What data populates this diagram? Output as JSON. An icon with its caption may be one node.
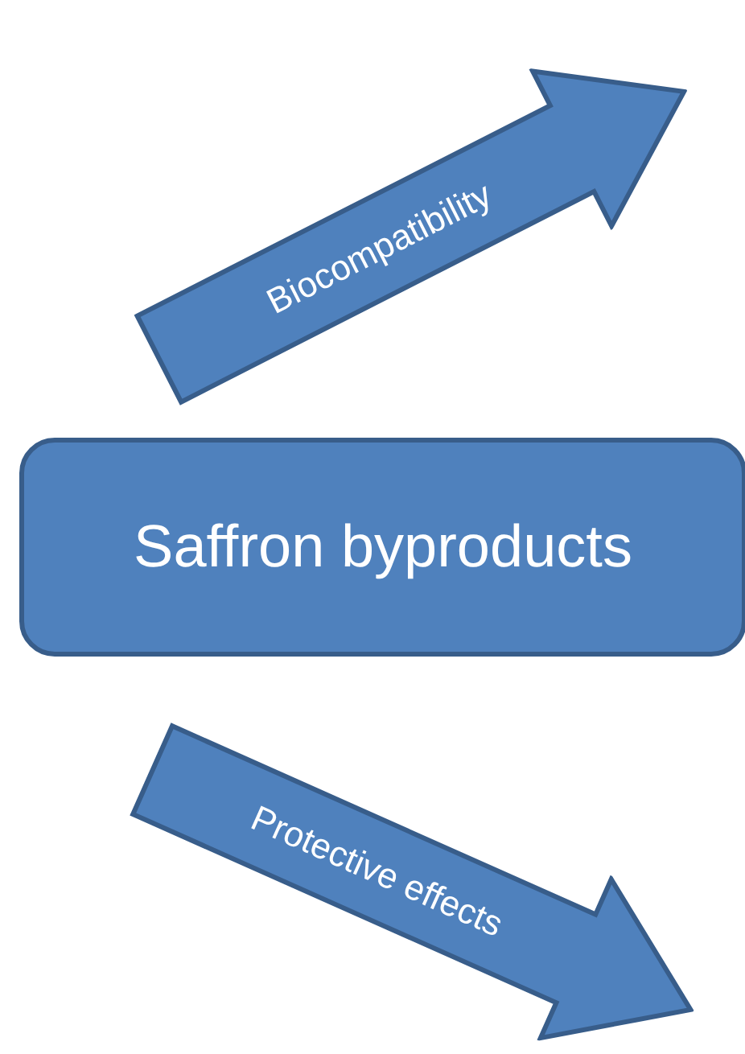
{
  "diagram": {
    "nodes": [
      {
        "text": [
          "Biocompatibility"
        ]
      },
      {
        "text": [
          "Saffron byproducts"
        ]
      },
      {
        "text": [
          "Protective effects"
        ]
      }
    ]
  }
}
